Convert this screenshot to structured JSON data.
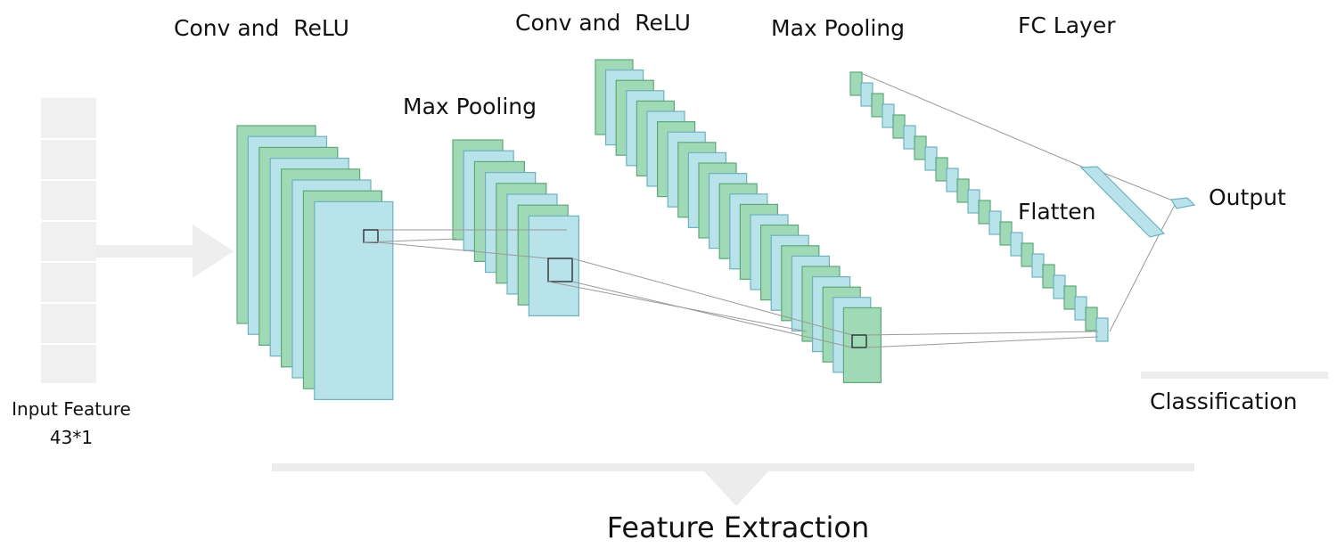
{
  "labels": {
    "conv1": "Conv and  ReLU",
    "pool1": "Max Pooling",
    "conv2": "Conv and  ReLU",
    "pool2": "Max Pooling",
    "fc": "FC Layer",
    "flatten": "Flatten",
    "output": "Output",
    "input_line1": "Input Feature",
    "input_line2": "43*1",
    "classification": "Classification",
    "feature_extraction": "Feature Extraction"
  },
  "colors": {
    "map_green": "#9fd9b5",
    "map_blue": "#b9e3ea",
    "stroke_green": "#5ea879",
    "stroke_blue": "#6fb1bf",
    "bracket_gray": "#ececec",
    "connector_gray": "#9a9a9a"
  }
}
